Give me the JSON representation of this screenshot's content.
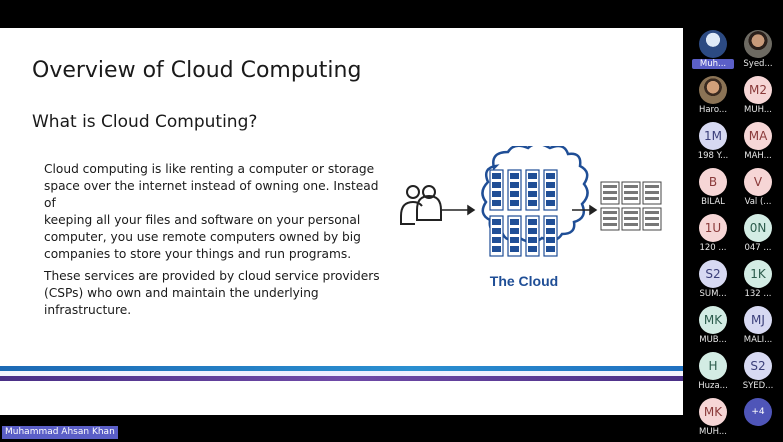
{
  "slide": {
    "title": "Overview of Cloud Computing",
    "subtitle": "What is Cloud Computing?",
    "paragraph1_lines": [
      "Cloud computing is like renting a computer or storage",
      "space over the internet instead of owning one. Instead of",
      "keeping all your files and software on your personal",
      "computer, you use remote computers owned by big",
      "companies to store your things and run programs."
    ],
    "paragraph2_lines": [
      "These services are provided by cloud service providers",
      "(CSPs) who own and maintain the underlying",
      "infrastructure."
    ],
    "diagram": {
      "cloud_label": "The Cloud",
      "cloud_label_color": "#1f4e96",
      "cloud_outline_color": "#1f4e96"
    }
  },
  "participants": [
    {
      "initials": "",
      "name": "Muh...",
      "avatar": "photo-blue",
      "highlight": true
    },
    {
      "initials": "",
      "name": "Syed...",
      "avatar": "photo-man"
    },
    {
      "initials": "",
      "name": "Haro...",
      "avatar": "photo-boy"
    },
    {
      "initials": "M2",
      "name": "MUH...",
      "avatar": "pink"
    },
    {
      "initials": "1M",
      "name": "198 Y...",
      "avatar": "lav"
    },
    {
      "initials": "MA",
      "name": "MAH...",
      "avatar": "pink"
    },
    {
      "initials": "B",
      "name": "BILAL",
      "avatar": "pink"
    },
    {
      "initials": "V",
      "name": "Val (...",
      "avatar": "pink"
    },
    {
      "initials": "1U",
      "name": "120 ...",
      "avatar": "pink"
    },
    {
      "initials": "0N",
      "name": "047 ...",
      "avatar": "mint"
    },
    {
      "initials": "S2",
      "name": "SUM...",
      "avatar": "lav"
    },
    {
      "initials": "1K",
      "name": "132 ...",
      "avatar": "mint"
    },
    {
      "initials": "MK",
      "name": "MUB...",
      "avatar": "mint"
    },
    {
      "initials": "MJ",
      "name": "MALI...",
      "avatar": "lav"
    },
    {
      "initials": "H",
      "name": "Huza...",
      "avatar": "mint"
    },
    {
      "initials": "S2",
      "name": "SYED...",
      "avatar": "lav"
    },
    {
      "initials": "MK",
      "name": "MUH...",
      "avatar": "pink"
    }
  ],
  "more_participants": "+4",
  "presenter_name": "Muhammad Ahsan Khan",
  "colors": {
    "highlight": "#5b5fc7",
    "stripe_blue": "#1c69b4",
    "stripe_purple": "#4a2f86"
  }
}
